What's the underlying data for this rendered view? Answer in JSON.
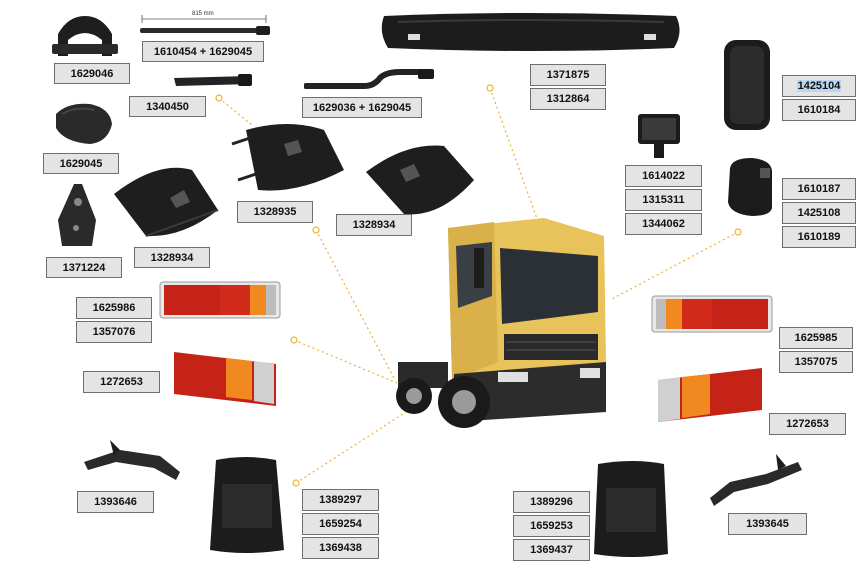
{
  "colors": {
    "label_bg": "#e4e4e4",
    "label_border": "#6f6f6f",
    "connector": "#f0b030",
    "truck_cab": "#e8c25a",
    "part_black": "#1e1e1e"
  },
  "dimension_label": "815 mm",
  "labels": {
    "l1629046": "1629046",
    "l1610454": "1610454 + 1629045",
    "l1340450": "1340450",
    "l1629036": "1629036 + 1629045",
    "l1629045": "1629045",
    "l1371224": "1371224",
    "l1328934a": "1328934",
    "l1328935": "1328935",
    "l1328934b": "1328934",
    "l1371875": "1371875",
    "l1312864": "1312864",
    "l1425104": "1425104",
    "l1610184": "1610184",
    "l1614022": "1614022",
    "l1315311": "1315311",
    "l1344062": "1344062",
    "l1610187": "1610187",
    "l1425108": "1425108",
    "l1610189": "1610189",
    "l1625986": "1625986",
    "l1357076": "1357076",
    "l1272653a": "1272653",
    "l1625985": "1625985",
    "l1357075": "1357075",
    "l1272653b": "1272653",
    "l1393646": "1393646",
    "l1389297": "1389297",
    "l1659254": "1659254",
    "l1369438": "1369438",
    "l1389296": "1389296",
    "l1659253": "1659253",
    "l1369437": "1369437",
    "l1393645": "1393645"
  }
}
